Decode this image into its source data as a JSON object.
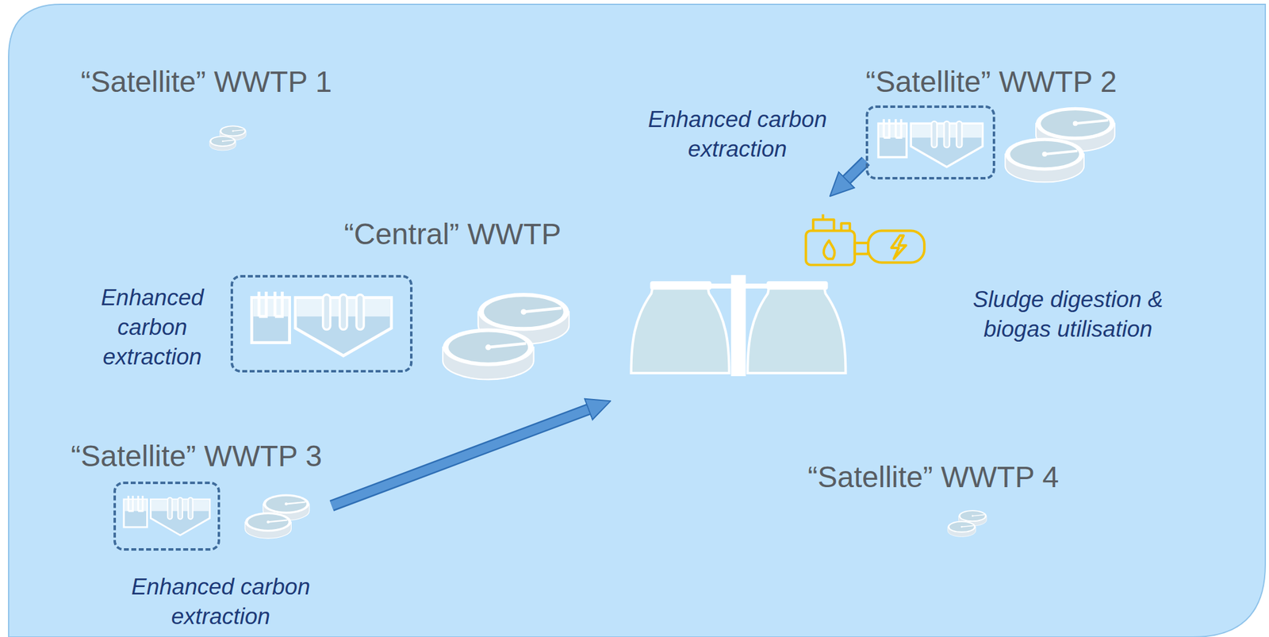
{
  "diagram": {
    "nodes": [
      {
        "text": [
          "“Satellite” WWTP 1"
        ]
      },
      {
        "text": [
          "“Satellite” WWTP 2"
        ]
      },
      {
        "text": [
          "Enhanced carbon extraction"
        ],
        "in": 1
      },
      {
        "text": [
          "“Central” WWTP"
        ]
      },
      {
        "text": [
          "Enhanced carbon extraction"
        ],
        "in": 3
      },
      {
        "text": [
          "Sludge digestion & biogas utilisation"
        ]
      },
      {
        "text": [
          "“Satellite” WWTP 3"
        ]
      },
      {
        "text": [
          "Enhanced carbon extraction"
        ],
        "in": 6
      },
      {
        "text": [
          "“Satellite” WWTP 4"
        ]
      }
    ],
    "edges": [
      {
        "from": 2,
        "to": 5,
        "arrow": "to"
      },
      {
        "from": 6,
        "to": 5,
        "arrow": "to"
      }
    ]
  }
}
